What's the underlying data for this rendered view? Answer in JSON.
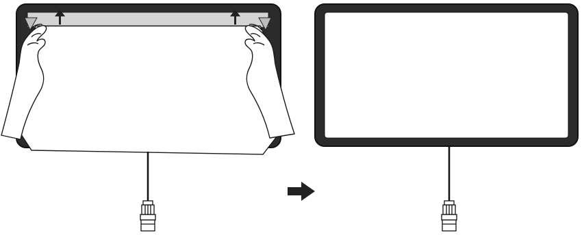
{
  "diagram": {
    "panels": [
      {
        "id": "before",
        "state": "protective film being peeled off panel, two upward arrows"
      },
      {
        "id": "after",
        "state": "clean panel with white screen"
      }
    ],
    "transition_icon": "right-arrow-icon",
    "colors": {
      "frame": "#2a2a2a",
      "screen": "#ffffff",
      "film": "#d6d6d6",
      "outline": "#1a1a1a",
      "arrow": "#222222"
    }
  }
}
